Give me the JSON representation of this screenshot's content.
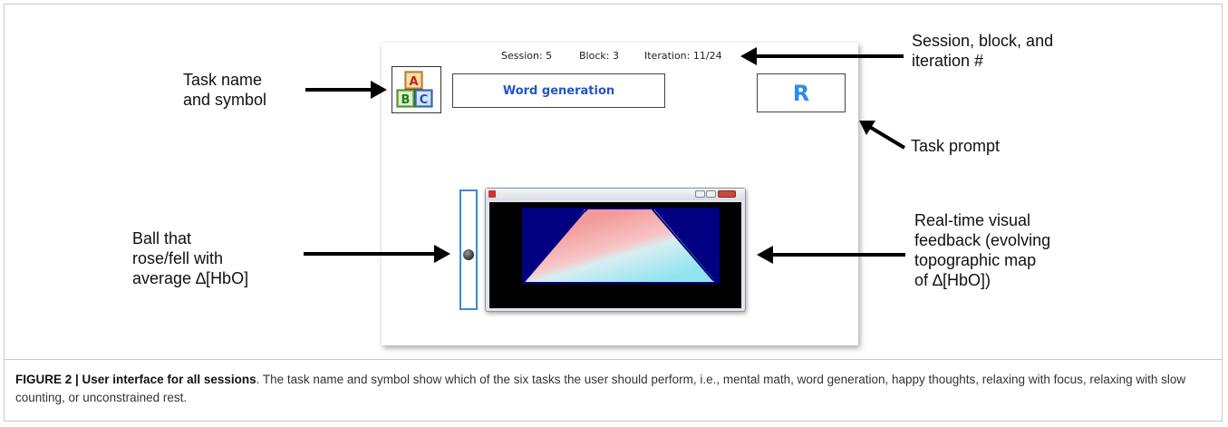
{
  "ui": {
    "status": {
      "session": "Session: 5",
      "block": "Block: 3",
      "iteration": "Iteration: 11/24"
    },
    "task_name": "Word generation",
    "task_symbol_icon": "abc-blocks-icon",
    "task_symbol_letters": [
      "A",
      "B",
      "C"
    ],
    "task_prompt": "R",
    "ball_icon": "ball-icon",
    "colors": {
      "task_name_text": "#2255cc",
      "prompt_text": "#2a8ee8",
      "ball_track_border": "#3a8ad8",
      "map_background": "#000080",
      "map_high": "#f4a7a7",
      "map_low": "#a9ecf2"
    }
  },
  "annotations": {
    "task_name": [
      "Task name",
      "and symbol"
    ],
    "session": [
      "Session, block, and",
      "iteration #"
    ],
    "task_prompt": [
      "Task prompt"
    ],
    "ball": [
      "Ball that",
      "rose/fell with",
      "average ∆[HbO]"
    ],
    "feedback": [
      "Real-time visual",
      "feedback (evolving",
      "topographic map",
      "of ∆[HbO])"
    ]
  },
  "caption": {
    "label": "FIGURE 2 | User interface for all sessions",
    "text": ". The task name and symbol show which of the six tasks the user should perform, i.e., mental math, word generation, happy thoughts, relaxing with focus, relaxing with slow counting, or unconstrained rest."
  }
}
